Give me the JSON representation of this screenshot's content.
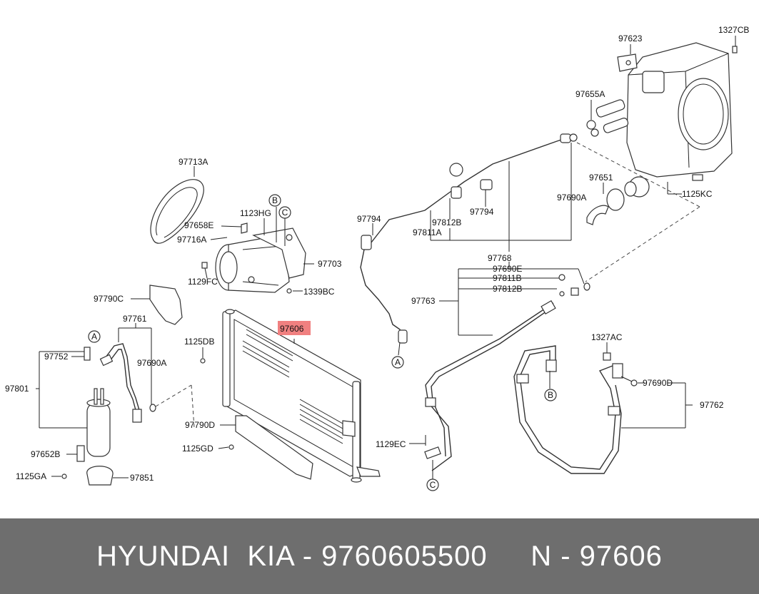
{
  "labels": {
    "p97713A": "97713A",
    "p97658E": "97658E",
    "p97716A": "97716A",
    "p1123HG": "1123HG",
    "p97703": "97703",
    "p1129FC": "1129FC",
    "p1339BC": "1339BC",
    "p97790C": "97790C",
    "p97761": "97761",
    "p97752": "97752",
    "p97801": "97801",
    "p97690A_left": "97690A",
    "p1125DB": "1125DB",
    "p97606": "97606",
    "p97790D": "97790D",
    "p1125GD": "1125GD",
    "p97652B": "97652B",
    "p1125GA": "1125GA",
    "p97851": "97851",
    "p97794_left": "97794",
    "p97794_right": "97794",
    "p97812B_top": "97812B",
    "p97811A": "97811A",
    "p97768": "97768",
    "p97690E": "97690E",
    "p97811B": "97811B",
    "p97812B_mid": "97812B",
    "p97763": "97763",
    "p1129EC": "1129EC",
    "p1327AC": "1327AC",
    "p97690D": "97690D",
    "p97762": "97762",
    "p97623": "97623",
    "p1327CB": "1327CB",
    "p97655A": "97655A",
    "p97651": "97651",
    "p97690A_right": "97690A",
    "p1125KC": "1125KC"
  },
  "refs": {
    "a_left": "A",
    "a_mid": "A",
    "b_top": "B",
    "b_mid": "B",
    "c_top": "C",
    "c_bottom": "C"
  },
  "highlight": {
    "part": "97606",
    "color": "#f08080"
  },
  "footer": {
    "text": "HYUNDAI  KIA - 9760605500     N - 97606",
    "background": "#6e6e6e"
  }
}
